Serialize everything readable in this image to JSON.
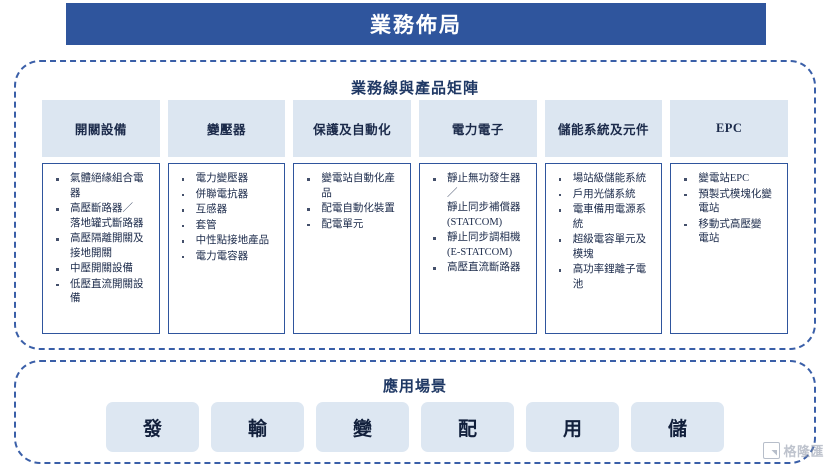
{
  "header": {
    "title": "業務佈局",
    "background_color": "#2F559D",
    "text_color": "#FFFFFF"
  },
  "matrix_panel": {
    "title": "業務線與產品矩陣",
    "border_color": "#3A5FA8",
    "title_color": "#1F3864",
    "columns": [
      {
        "header": "開關設備",
        "items": [
          "氣體絕緣組合電器",
          "高壓斷路器／\n落地罐式斷路器",
          "高壓隔離開關及\n接地開關",
          "中壓開關設備",
          "低壓直流開關設備"
        ]
      },
      {
        "header": "變壓器",
        "items": [
          "電力變壓器",
          "併聯電抗器",
          "互感器",
          "套管",
          "中性點接地產品",
          "電力電容器"
        ]
      },
      {
        "header": "保護及自動化",
        "items": [
          "變電站自動化產品",
          "配電自動化裝置",
          "配電單元"
        ]
      },
      {
        "header": "電力電子",
        "items": [
          "靜止無功發生器／\n靜止同步補償器\n(STATCOM)",
          "靜止同步調相機\n(E-STATCOM)",
          "高壓直流斷路器"
        ]
      },
      {
        "header": "儲能系統及元件",
        "items": [
          "場站級儲能系統",
          "戶用光儲系統",
          "電車備用電源系統",
          "超級電容單元及模塊",
          "高功率鋰離子電池"
        ]
      },
      {
        "header": "EPC",
        "items": [
          "變電站EPC",
          "預製式模塊化變\n電站",
          "移動式高壓變\n電站"
        ]
      }
    ]
  },
  "scenario_panel": {
    "title": "應用場景",
    "chips": [
      {
        "label": "發"
      },
      {
        "label": "輸"
      },
      {
        "label": "變"
      },
      {
        "label": "配"
      },
      {
        "label": "用"
      },
      {
        "label": "儲"
      }
    ],
    "chip_color": "#DDE7F2"
  },
  "watermark": {
    "text": "格隆匯",
    "icon": "gelonghui-logo-icon"
  }
}
